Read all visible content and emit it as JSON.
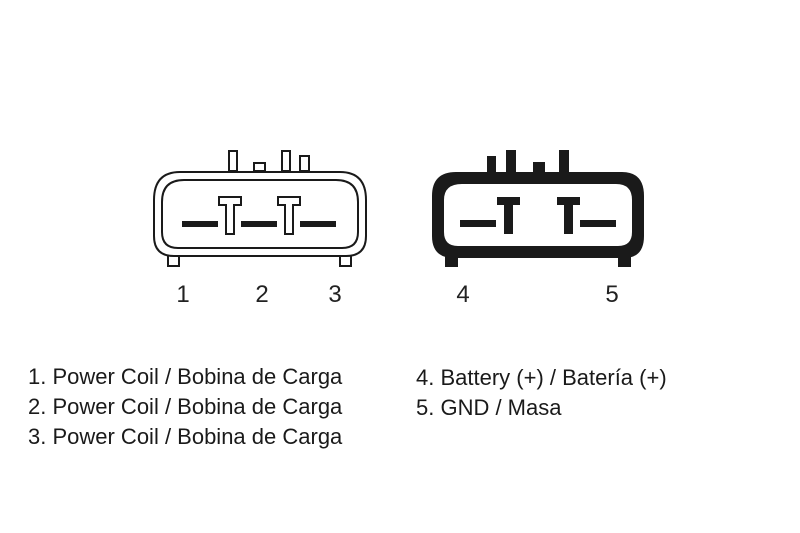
{
  "pin_numbers": {
    "left": [
      "1",
      "2",
      "3"
    ],
    "right": [
      "4",
      "5"
    ]
  },
  "legend": {
    "left": [
      "1. Power Coil / Bobina de Carga",
      "2. Power Coil / Bobina de Carga",
      "3. Power Coil / Bobina de Carga"
    ],
    "right": [
      "4. Battery (+) / Batería (+)",
      "5. GND / Masa"
    ]
  },
  "colors": {
    "stroke": "#1a1a1a",
    "background": "#ffffff"
  }
}
